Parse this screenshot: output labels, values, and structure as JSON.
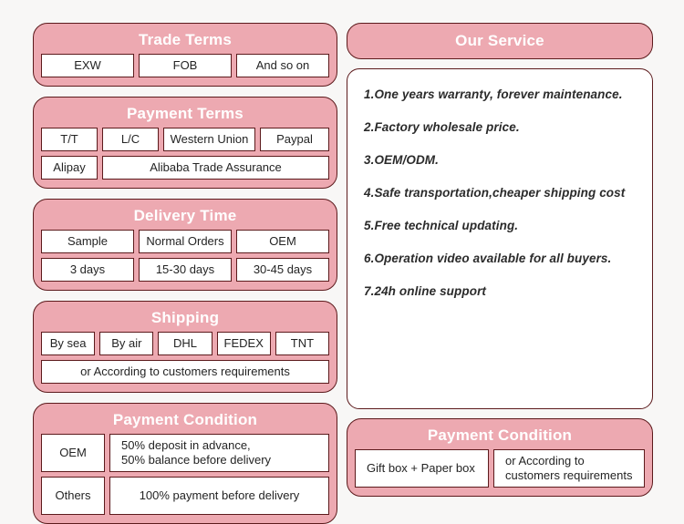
{
  "colors": {
    "pink": "#eda9b1",
    "border": "#5c1a1c",
    "background": "#f8f7f6",
    "title_text": "#ffffff",
    "cell_text": "#242424"
  },
  "left_column": {
    "trade_terms": {
      "title": "Trade Terms",
      "rows": [
        [
          "EXW",
          "FOB",
          "And so on"
        ]
      ]
    },
    "payment_terms": {
      "title": "Payment Terms",
      "rows": [
        [
          "T/T",
          "L/C",
          "Western Union",
          "Paypal"
        ],
        [
          "Alipay",
          "Alibaba Trade Assurance"
        ]
      ]
    },
    "delivery_time": {
      "title": "Delivery Time",
      "rows": [
        [
          "Sample",
          "Normal Orders",
          "OEM"
        ],
        [
          "3 days",
          "15-30 days",
          "30-45 days"
        ]
      ]
    },
    "shipping": {
      "title": "Shipping",
      "rows": [
        [
          "By sea",
          "By air",
          "DHL",
          "FEDEX",
          "TNT"
        ],
        [
          "or According to customers requirements"
        ]
      ]
    },
    "payment_condition": {
      "title": "Payment Condition",
      "rows": [
        [
          "OEM",
          "50% deposit in advance,\n50% balance before delivery"
        ],
        [
          "Others",
          "100% payment before delivery"
        ]
      ]
    }
  },
  "right_column": {
    "our_service": {
      "title": "Our Service",
      "items": [
        "1.One years warranty, forever maintenance.",
        "2.Factory wholesale price.",
        "3.OEM/ODM.",
        "4.Safe transportation,cheaper shipping cost",
        "5.Free technical updating.",
        "6.Operation video available for all buyers.",
        "7.24h online support"
      ]
    },
    "payment_condition": {
      "title": "Payment Condition",
      "rows": [
        [
          "Gift box + Paper box",
          "or According to\ncustomers requirements"
        ]
      ]
    }
  }
}
